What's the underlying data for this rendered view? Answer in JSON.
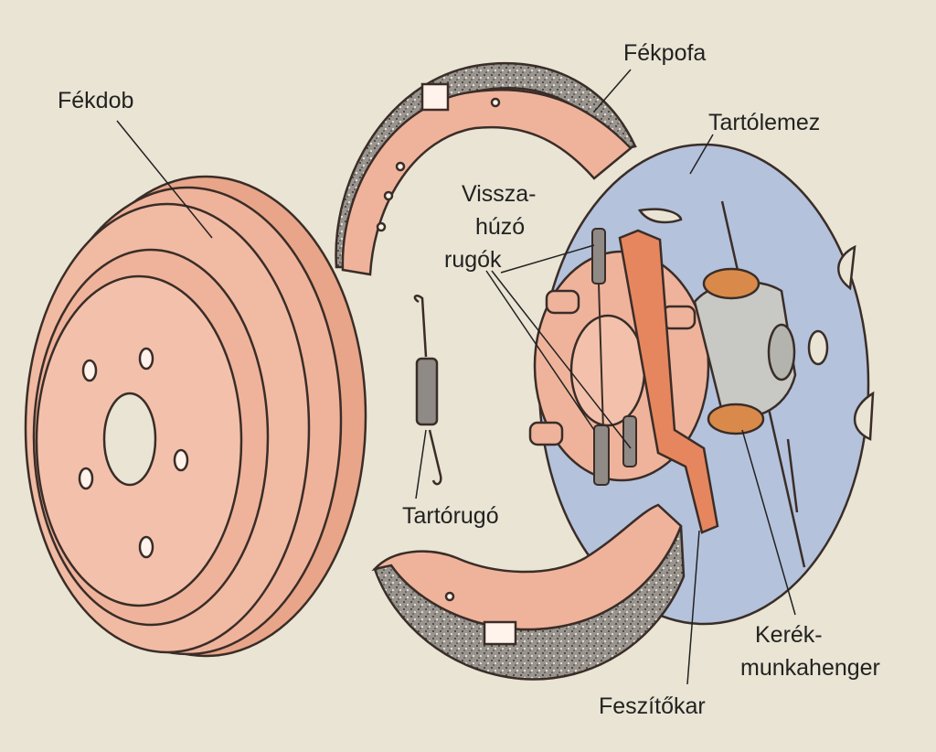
{
  "labels": {
    "drum": "Fékdob",
    "shoe": "Fékpofa",
    "backing_plate": "Tartólemez",
    "return_springs": [
      "Vissza-",
      "húzó",
      "rugók"
    ],
    "hold_spring": "Tartórugó",
    "wheel_cylinder": [
      "Kerék-",
      "munkahenger"
    ],
    "lever": "Feszítőkar"
  },
  "colors": {
    "background": "#e9e4d3",
    "salmon": "#efb39b",
    "salmon_dark": "#e6a082",
    "plate_blue": "#b4c2dc",
    "cylinder_grey": "#c8c8c4",
    "lining": "#8f8a85",
    "outline": "#3a2d28"
  }
}
